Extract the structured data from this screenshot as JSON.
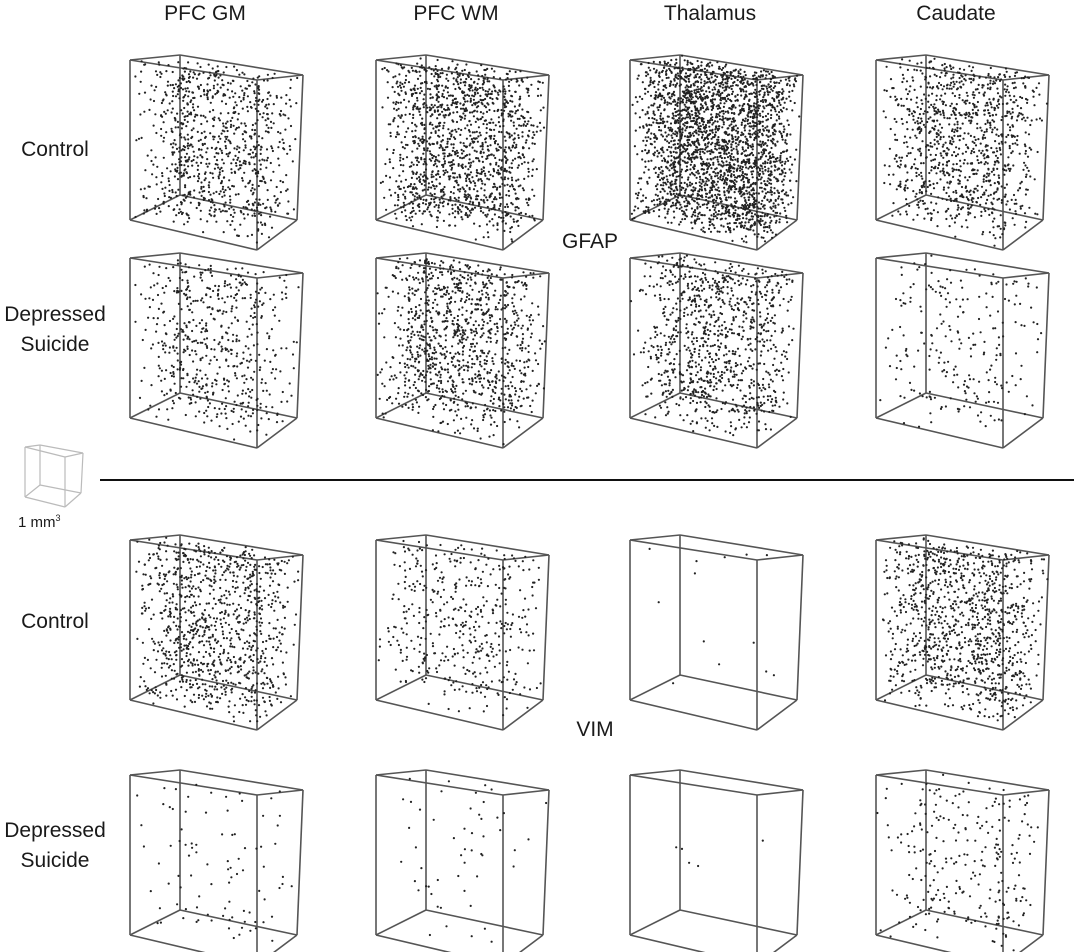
{
  "columns": [
    "PFC GM",
    "PFC WM",
    "Thalamus",
    "Caudate"
  ],
  "rows": [
    {
      "group": "Control",
      "marker": "GFAP"
    },
    {
      "group": "Depressed Suicide",
      "marker": "GFAP"
    },
    {
      "group": "Control",
      "marker": "VIM"
    },
    {
      "group": "Depressed Suicide",
      "marker": "VIM"
    }
  ],
  "row_labels": {
    "control_1": "Control",
    "depressed_1_line1": "Depressed",
    "depressed_1_line2": "Suicide",
    "control_2": "Control",
    "depressed_2_line1": "Depressed",
    "depressed_2_line2": "Suicide"
  },
  "markers": {
    "top": "GFAP",
    "bottom": "VIM"
  },
  "scale": {
    "value": "1 mm",
    "exponent": "3"
  },
  "colors": {
    "cube_edge": "#555555",
    "dot": "#222222",
    "scale_cube": "#bbbbbb",
    "divider": "#111111"
  },
  "relative_density": [
    [
      0.35,
      0.55,
      1.0,
      0.4
    ],
    [
      0.22,
      0.42,
      0.38,
      0.09
    ],
    [
      0.38,
      0.17,
      0.005,
      0.42
    ],
    [
      0.035,
      0.02,
      0.002,
      0.1
    ]
  ]
}
